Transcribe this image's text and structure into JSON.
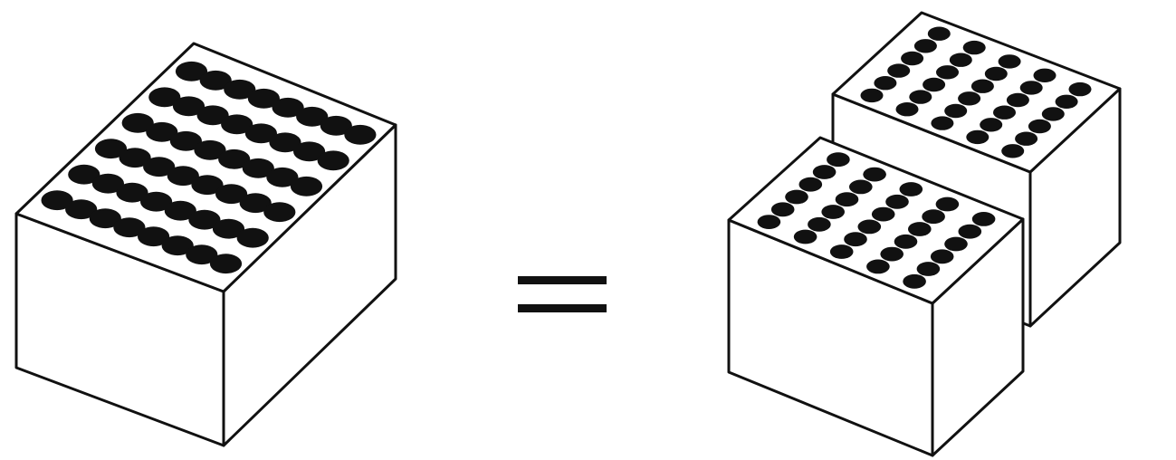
{
  "diagram": {
    "colors": {
      "stroke": "#111111",
      "fill": "#ffffff",
      "hole": "#111111"
    },
    "left_block": {
      "hole_rows": 6,
      "hole_cols": 8
    },
    "equals_sign": {
      "symbol": "="
    },
    "right_blocks": [
      {
        "position": "back",
        "hole_rows": 6,
        "hole_cols": 5
      },
      {
        "position": "front",
        "hole_rows": 6,
        "hole_cols": 5
      }
    ]
  }
}
